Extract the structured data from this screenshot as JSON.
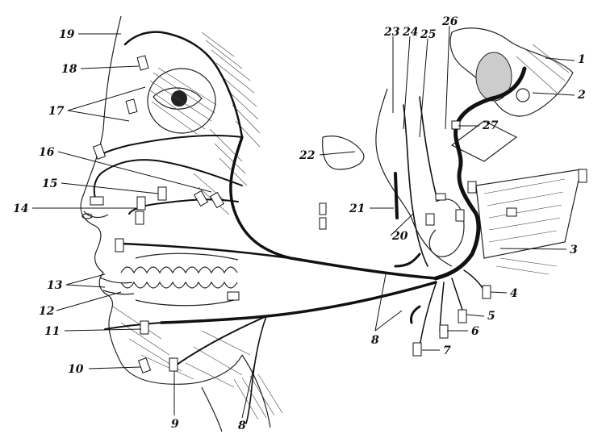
{
  "labels": {
    "l1": "1",
    "l2": "2",
    "l3": "3",
    "l4": "4",
    "l5": "5",
    "l6": "6",
    "l7": "7",
    "l8a": "8",
    "l8b": "8",
    "l9": "9",
    "l10": "10",
    "l11": "11",
    "l12": "12",
    "l13": "13",
    "l14": "14",
    "l15": "15",
    "l16": "16",
    "l17": "17",
    "l18": "18",
    "l19": "19",
    "l20": "20",
    "l21": "21",
    "l22": "22",
    "l23": "23",
    "l24": "24",
    "l25": "25",
    "l26": "26",
    "l27": "27"
  },
  "colors": {
    "ink": "#111111",
    "paper": "#ffffff"
  }
}
